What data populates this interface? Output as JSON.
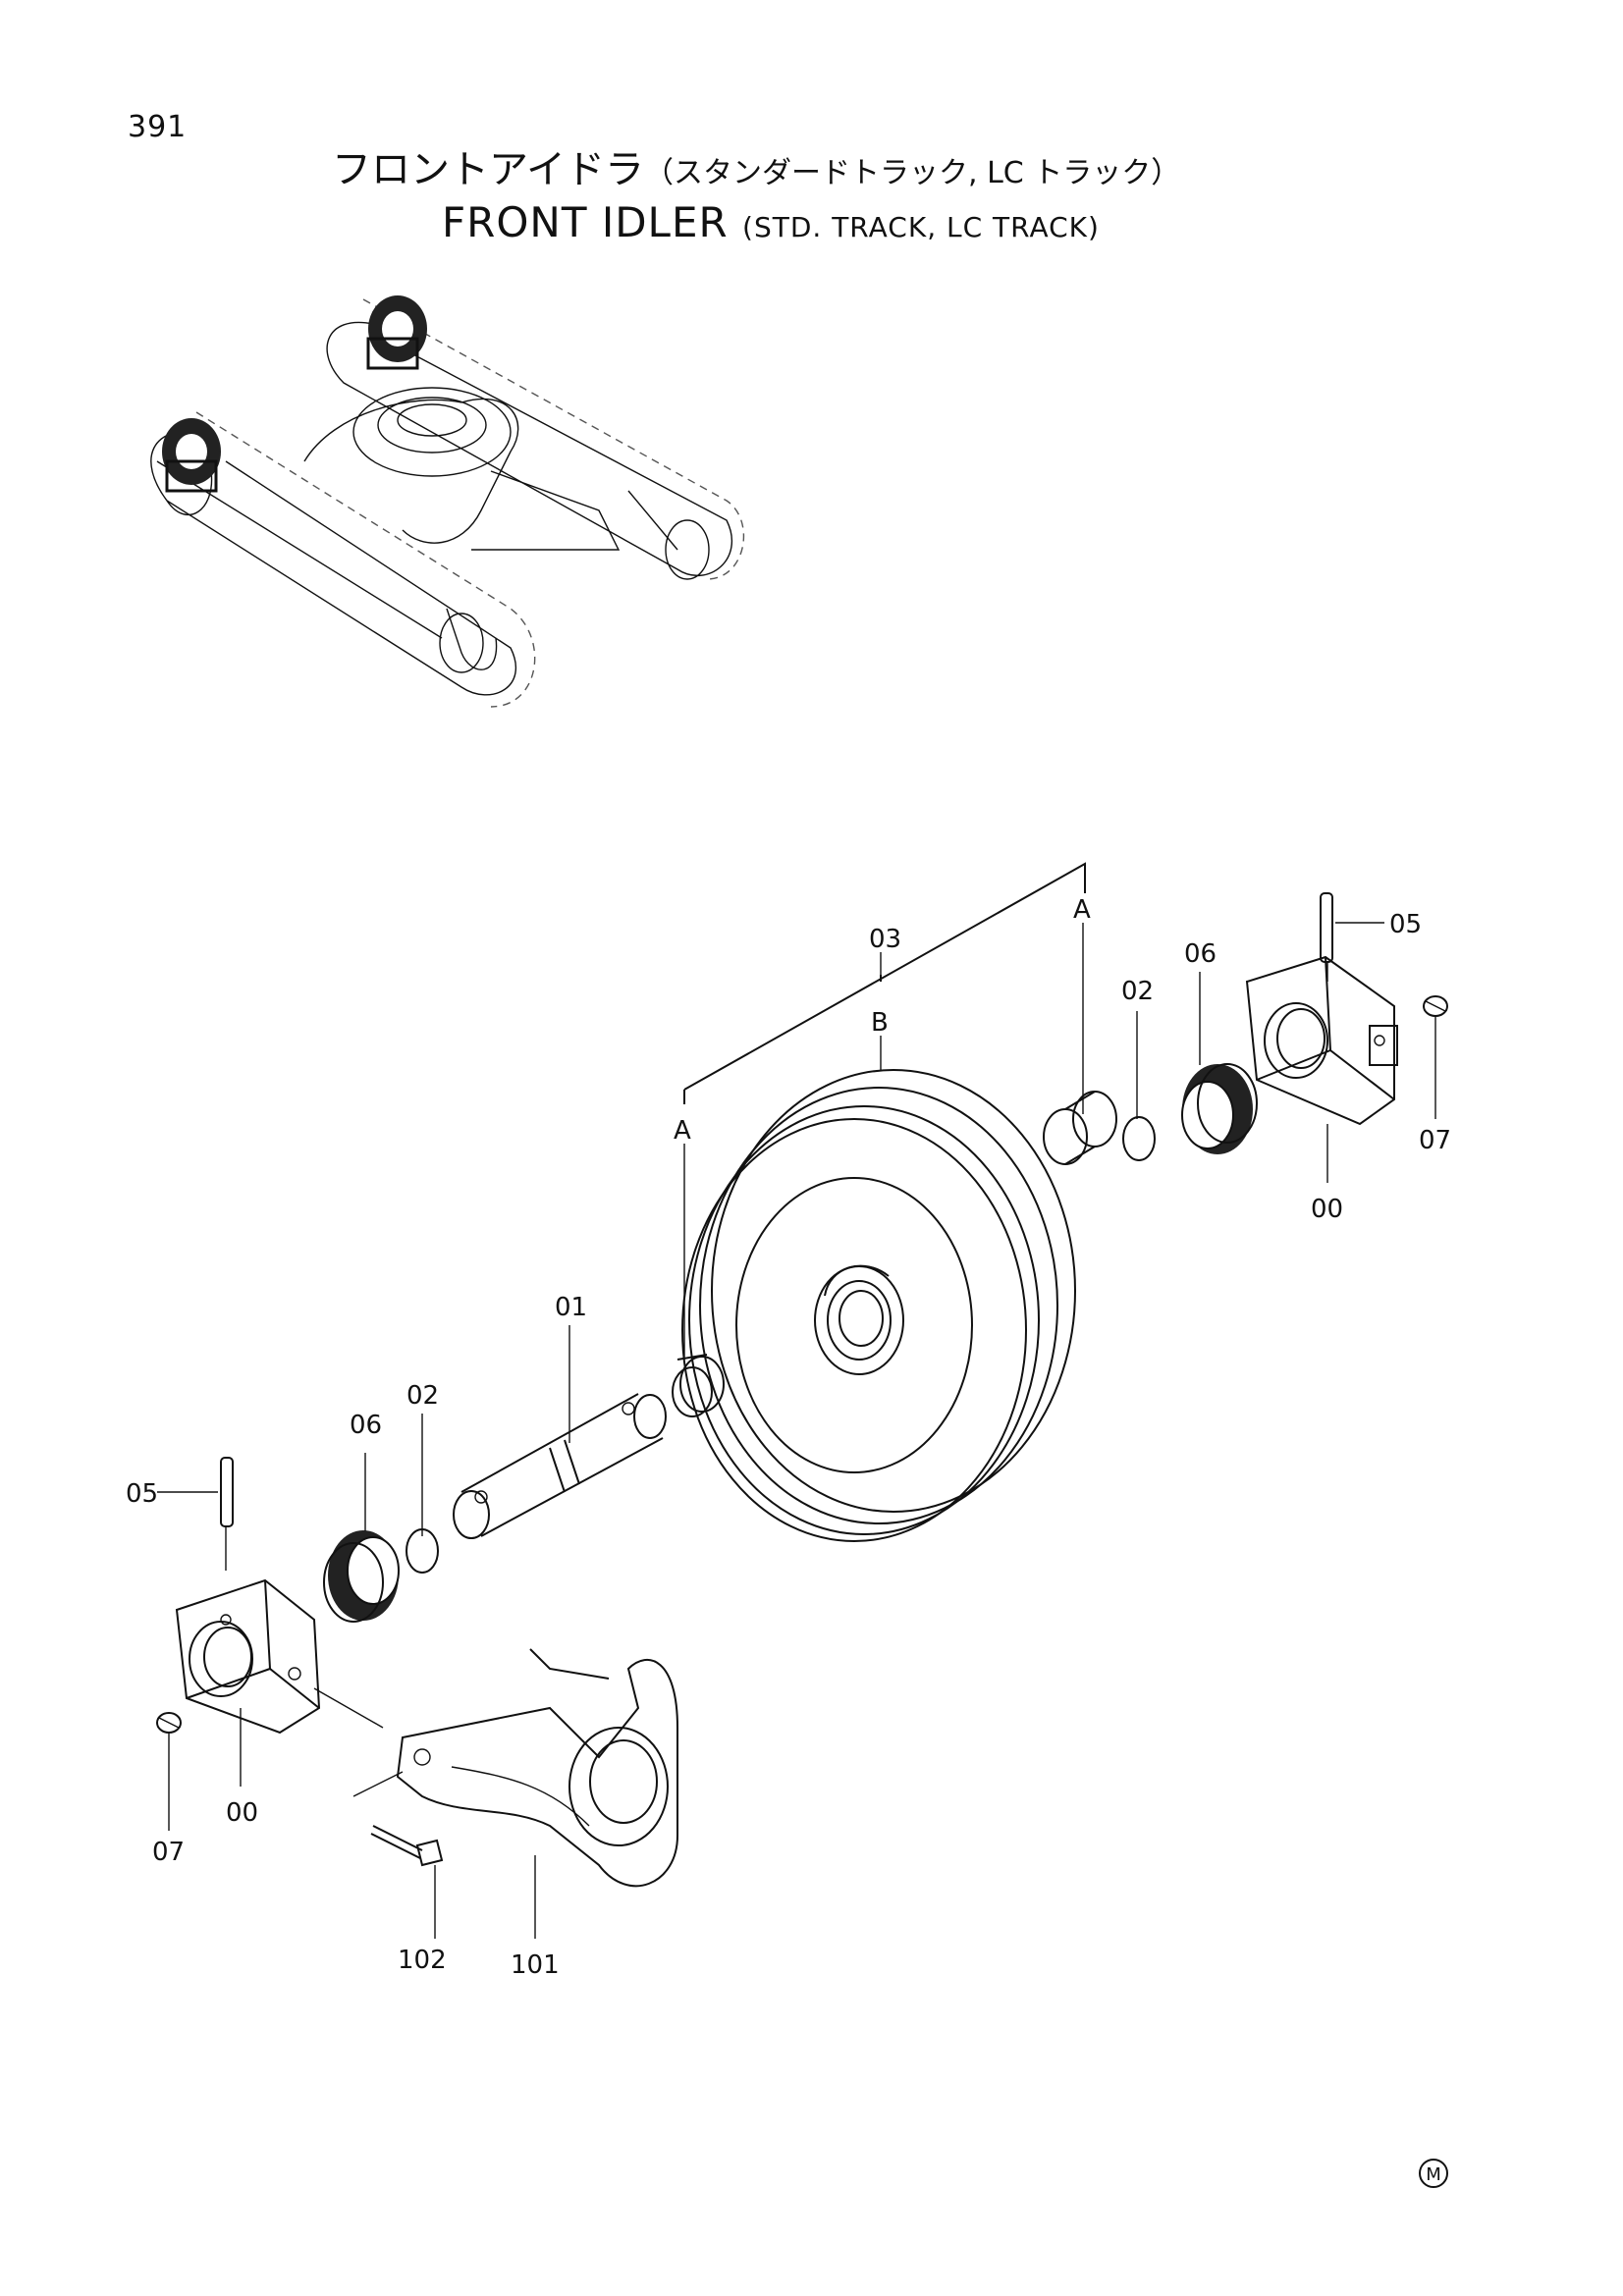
{
  "page_number": "391",
  "title_jp": {
    "main": "フロントアイドラ",
    "sub": "（スタンダードトラック, LC トラック）"
  },
  "title_en": {
    "main": "FRONT IDLER",
    "sub": "(STD. TRACK, LC TRACK)"
  },
  "callouts": {
    "c00_right": "00",
    "c00_left": "00",
    "c01": "01",
    "c02_right": "02",
    "c02_left": "02",
    "c03": "03",
    "c05_right": "05",
    "c05_left": "05",
    "c06_right": "06",
    "c06_left": "06",
    "c07_right": "07",
    "c07_left": "07",
    "c101": "101",
    "c102": "102",
    "ref_a_left": "A",
    "ref_a_right": "A",
    "ref_b": "B"
  },
  "footer_mark": "M"
}
